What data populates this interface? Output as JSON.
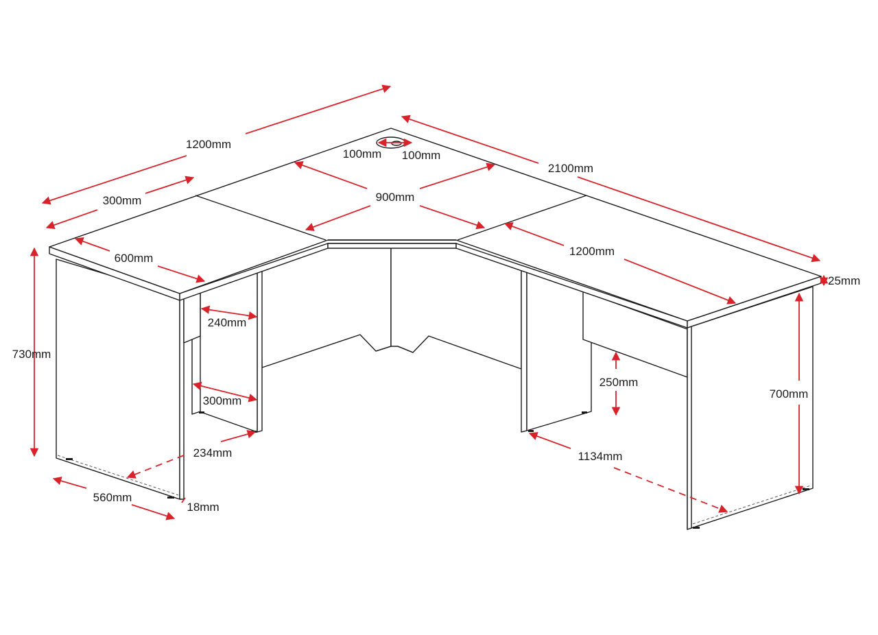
{
  "colors": {
    "line": "#1a1a1a",
    "dimension": "#d8232a",
    "background": "#ffffff"
  },
  "dimensions": {
    "overall_left": "1200mm",
    "overall_right": "2100mm",
    "grommet_a": "100mm",
    "grommet_b": "100mm",
    "corner": "900mm",
    "left_wing": "300mm",
    "left_depth": "600mm",
    "right_wing": "1200mm",
    "top_thickness": "25mm",
    "height_total": "730mm",
    "modesty_offset": "240mm",
    "leg_inset": "300mm",
    "leg_gap": "234mm",
    "panel_depth": "560mm",
    "panel_thickness": "18mm",
    "modesty_height": "250mm",
    "leg_height": "700mm",
    "right_depth": "1134mm"
  }
}
